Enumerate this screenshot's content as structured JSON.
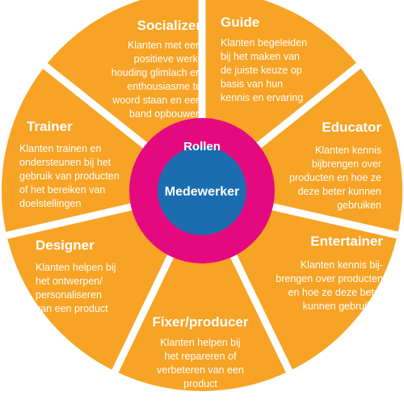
{
  "colors": {
    "segment": "#f7a325",
    "separator": "#ffffff",
    "ring": "#e5097f",
    "core": "#1b6db0",
    "text": "#ffffff"
  },
  "center": {
    "ring_label": "Rollen",
    "core_label": "Medewerker"
  },
  "roles": [
    {
      "id": "guide",
      "title": "Guide",
      "lines": [
        "Klanten begeleiden",
        "bij het maken van",
        "de juiste keuze op",
        "basis van hun",
        "kennis en ervaring"
      ]
    },
    {
      "id": "educator",
      "title": "Educator",
      "lines": [
        "Klanten kennis",
        "bijbrengen over",
        "producten en hoe ze",
        "deze beter kunnen",
        "gebruiken"
      ]
    },
    {
      "id": "entertainer",
      "title": "Entertainer",
      "lines": [
        "Klanten kennis bij-",
        "brengen over producten",
        "en hoe ze deze beter",
        "kunnen gebruiken"
      ]
    },
    {
      "id": "fixer",
      "title": "Fixer/producer",
      "lines": [
        "Klanten helpen bij",
        "het repareren of",
        "verbeteren van een",
        "product"
      ]
    },
    {
      "id": "designer",
      "title": "Designer",
      "lines": [
        "Klanten helpen bij",
        "het ontwerpen/",
        "personaliseren",
        "van een product"
      ]
    },
    {
      "id": "trainer",
      "title": "Trainer",
      "lines": [
        "Klanten trainen en",
        "ondersteunen bij het",
        "gebruik van producten",
        "of het bereiken van",
        "doelstellingen"
      ]
    },
    {
      "id": "socializer",
      "title": "Socializer",
      "lines": [
        "Klanten met een",
        "positieve werk-",
        "houding glimlach en",
        "enthousiasme te",
        "woord staan en een",
        "band opbouwen"
      ]
    }
  ]
}
